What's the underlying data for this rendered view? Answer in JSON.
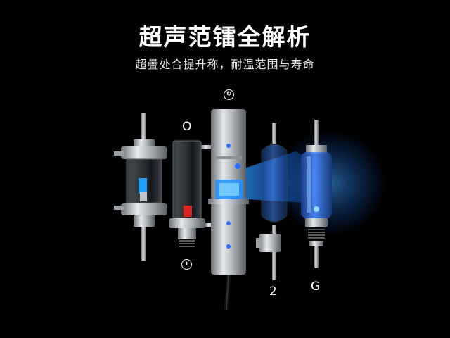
{
  "title": "超声范镭全解析",
  "subtitle": "超疊处合提升称，耐温范围与寿命",
  "labels": {
    "top_icon": "↻",
    "o_label": "O",
    "info_icon": "i",
    "two_label": "2",
    "g_label": "G"
  },
  "colors": {
    "background": "#000000",
    "glow": "#1e8fff",
    "metal": "#b8bcc2"
  }
}
